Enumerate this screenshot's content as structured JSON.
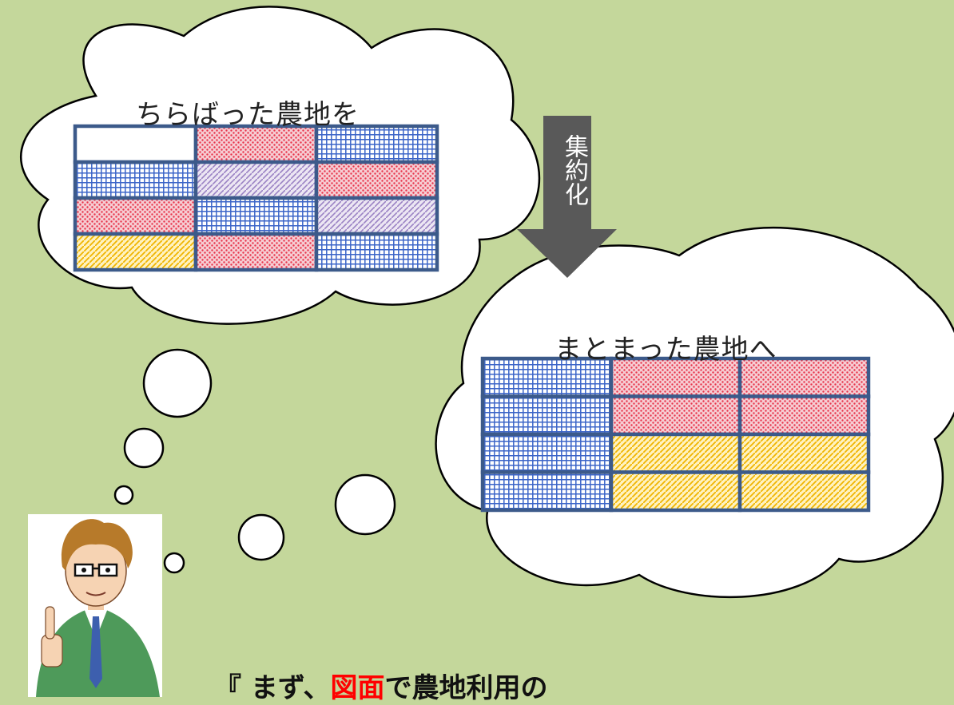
{
  "diagram": {
    "before_caption": "ちらばった農地を",
    "after_caption": "まとまった農地へ",
    "arrow_label": "集約化",
    "bottom_text": {
      "open_quote": "『",
      "part1": "まず、",
      "highlight": "図面",
      "part2": "で農地利用の"
    },
    "before_grid": [
      [
        "empty",
        "red",
        "blue"
      ],
      [
        "blue",
        "purple",
        "red"
      ],
      [
        "red",
        "blue",
        "purple"
      ],
      [
        "yellow",
        "red",
        "blue"
      ]
    ],
    "after_grid": [
      [
        "blue",
        "red",
        "red"
      ],
      [
        "blue",
        "red",
        "red"
      ],
      [
        "blue",
        "yellow",
        "yellow"
      ],
      [
        "blue",
        "yellow",
        "yellow"
      ]
    ]
  },
  "colors": {
    "background": "#c4d79b",
    "grid_border": "#3c5a8a",
    "arrow": "#595959",
    "highlight": "#ff0000"
  }
}
